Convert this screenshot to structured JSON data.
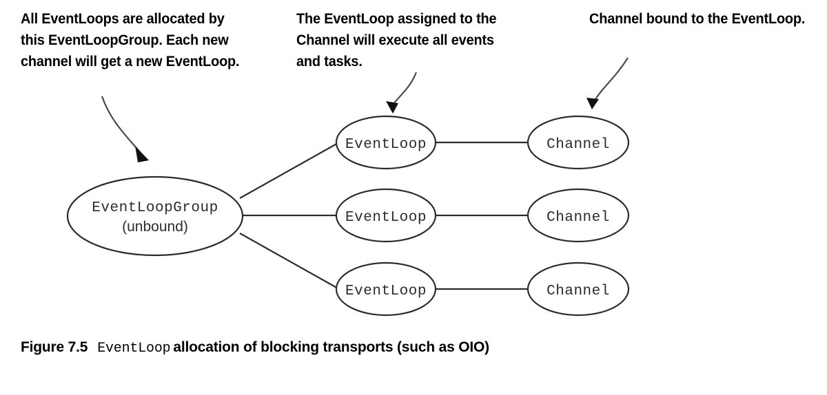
{
  "figure": {
    "caption_label": "Figure 7.5",
    "caption_mono": "EventLoop",
    "caption_rest": "allocation of blocking transports (such as OIO)"
  },
  "callouts": {
    "group": {
      "text": "All EventLoops are allocated by this EventLoopGroup. Each new channel will get a new EventLoop."
    },
    "eventloop": {
      "text": "The EventLoop assigned to the Channel will execute all events and tasks."
    },
    "channel": {
      "text": "Channel bound to the EventLoop."
    }
  },
  "diagram": {
    "group_node": {
      "label_mono": "EventLoopGroup",
      "label_sans": "(unbound)"
    },
    "rows": [
      {
        "eventloop_label": "EventLoop",
        "channel_label": "Channel"
      },
      {
        "eventloop_label": "EventLoop",
        "channel_label": "Channel"
      },
      {
        "eventloop_label": "EventLoop",
        "channel_label": "Channel"
      }
    ]
  },
  "colors": {
    "background": "#ffffff",
    "stroke": "#2b2b2b",
    "text": "#000000",
    "pointer": "#4a4a4a"
  }
}
